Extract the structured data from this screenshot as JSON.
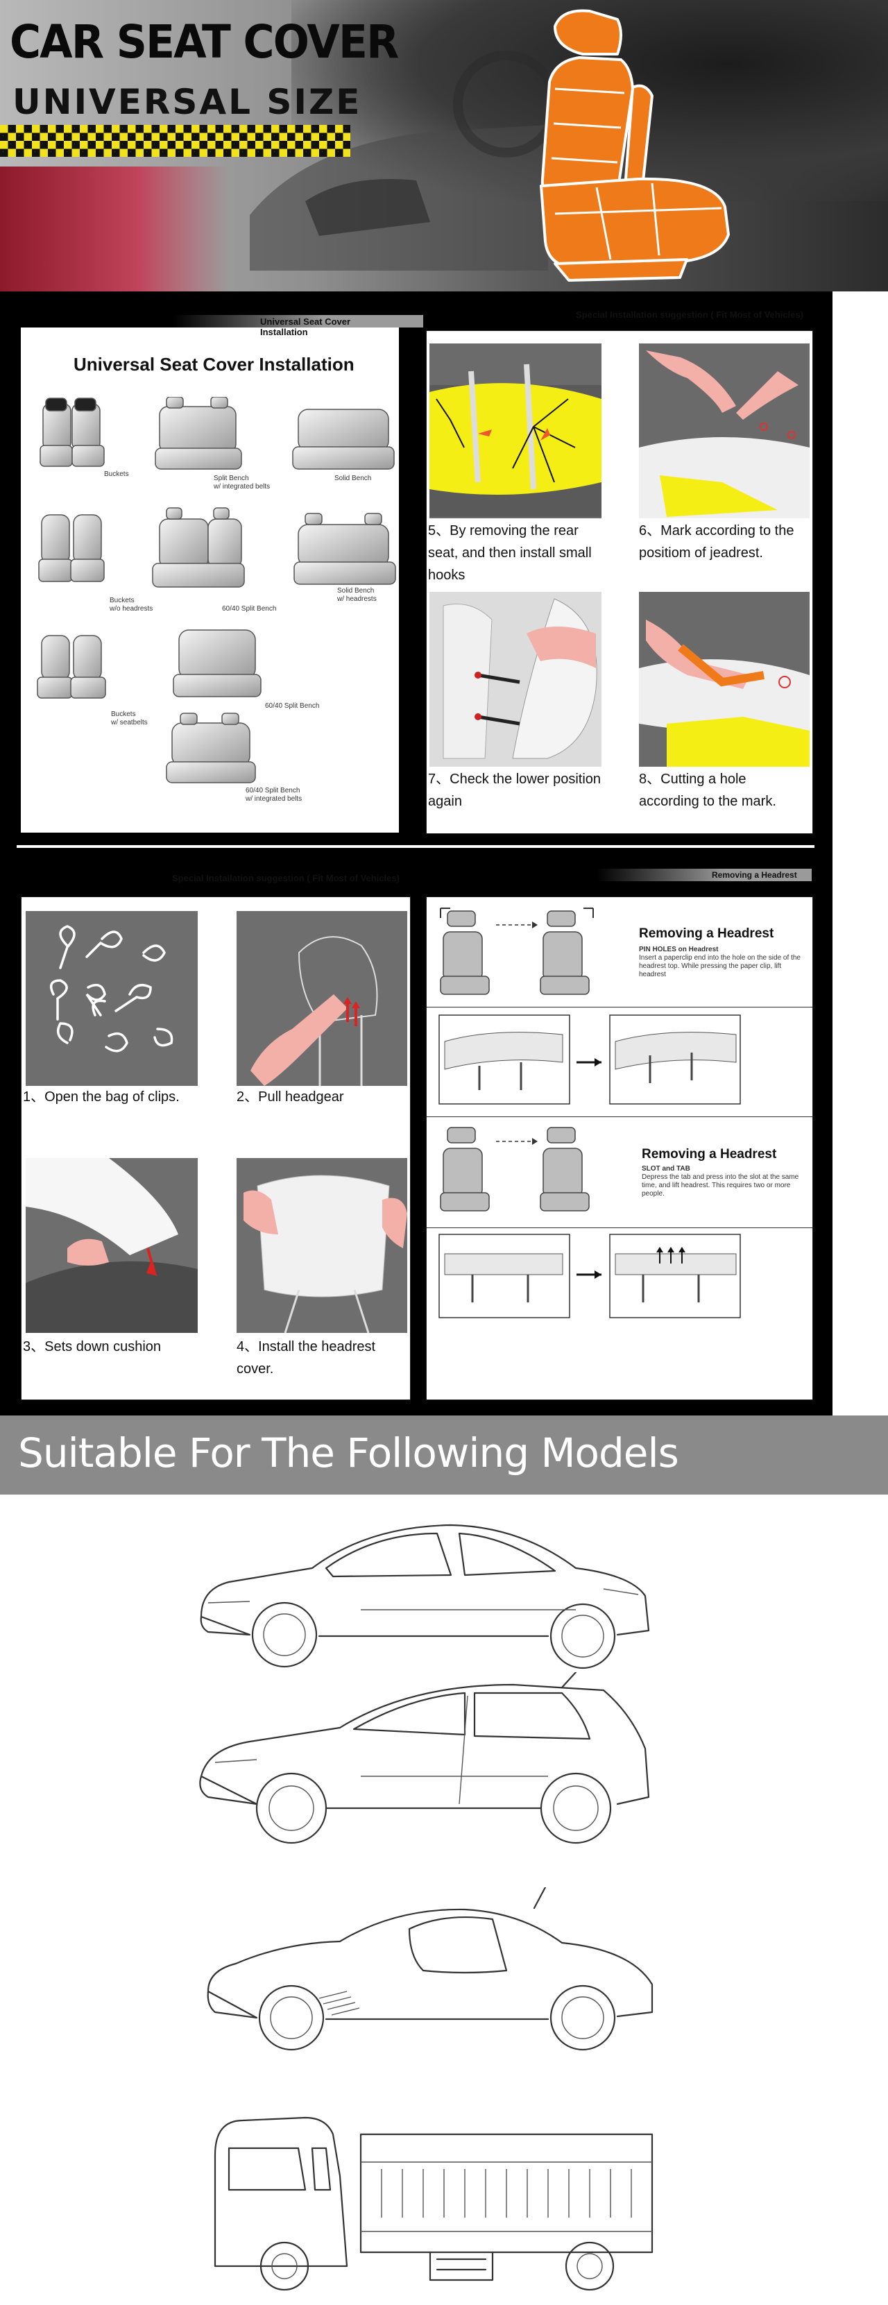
{
  "banner": {
    "title_line1": "CAR SEAT COVER",
    "title_line2": "UNIVERSAL SIZE"
  },
  "install_universal": {
    "header_tag": "Universal Seat Cover Installation",
    "title": "Universal Seat Cover Installation",
    "seat_types": [
      {
        "label": "Buckets"
      },
      {
        "label": "Split Bench\nw/ integrated belts"
      },
      {
        "label": "Solid Bench"
      },
      {
        "label": "Buckets\nw/o headrests"
      },
      {
        "label": "60/40 Split Bench"
      },
      {
        "label": "Solid Bench\nw/ headrests"
      },
      {
        "label": "Buckets\nw/ seatbelts"
      },
      {
        "label": "60/40 Split Bench"
      },
      {
        "label": "60/40 Split Bench\nw/ integrated belts"
      }
    ]
  },
  "install_special_top": {
    "header": "Special Installation suggestion ( Fit Most of Vehicles)",
    "steps": [
      {
        "caption": "5、By removing the rear seat, and then install small hooks"
      },
      {
        "caption": "6、Mark according to the positiom of jeadrest."
      },
      {
        "caption": "7、Check the lower position again"
      },
      {
        "caption": "8、Cutting a hole according to the mark."
      }
    ]
  },
  "install_special_bottom": {
    "header": "Special Installation suggestion ( Fit Most of Vehicles)",
    "steps": [
      {
        "caption": "1、Open the bag of clips."
      },
      {
        "caption": "2、Pull headgear"
      },
      {
        "caption": "3、Sets down cushion"
      },
      {
        "caption": "4、Install the headrest cover."
      }
    ]
  },
  "headrest": {
    "header_tag": "Removing a Headrest",
    "blocks": [
      {
        "title": "Removing a Headrest",
        "subtitle": "PIN HOLES on Headrest",
        "text": "Insert a paperclip end into the hole on the side of the headrest top. While pressing the paper clip, lift headrest"
      },
      {
        "title": "Removing a Headrest",
        "subtitle": "SLOT and TAB",
        "text": "Depress the tab and press into the slot at the same time, and lift headrest. This requires two or more people."
      }
    ]
  },
  "models": {
    "heading": "Suitable For The Following Models",
    "vehicles": [
      "coupe",
      "hatchback",
      "sports-car",
      "dump-truck"
    ]
  },
  "colors": {
    "seat_orange": "#ef7a1a",
    "checker_yellow": "#f2e21c",
    "band_gray": "#8a8a8a",
    "highlight_yellow": "#f5ee14"
  }
}
